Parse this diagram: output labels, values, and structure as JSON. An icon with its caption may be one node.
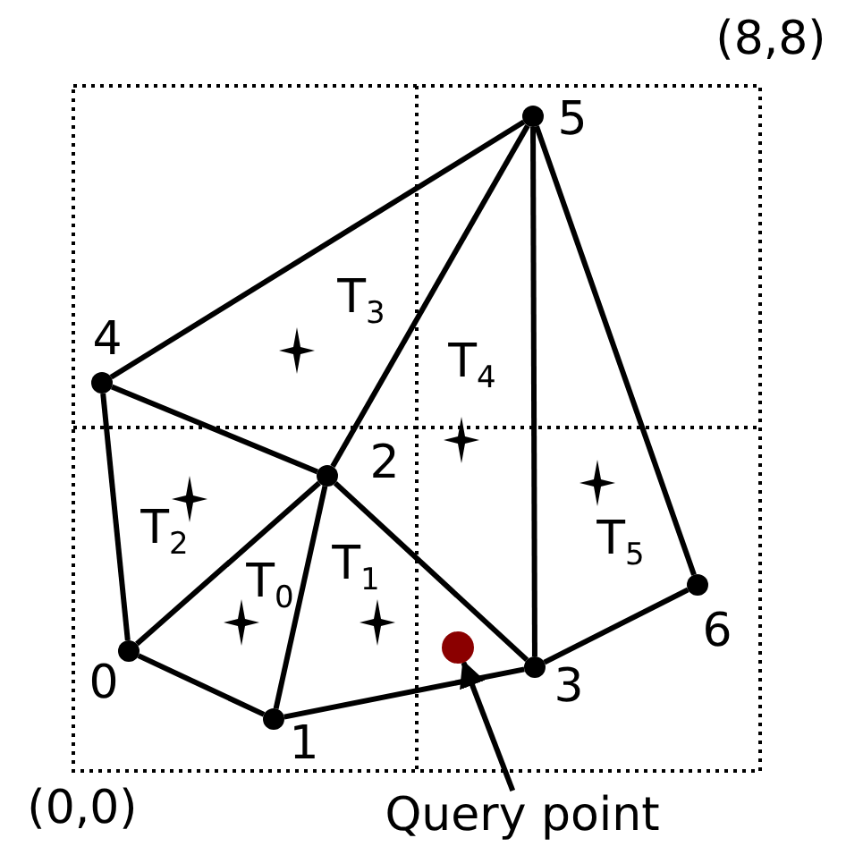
{
  "diagram": {
    "nodes": [
      {
        "text": [],
        "shape": "circle",
        "beside": [
          "0"
        ]
      },
      {
        "text": [],
        "shape": "circle",
        "beside": [
          "1"
        ]
      },
      {
        "text": [],
        "shape": "circle",
        "beside": [
          "2"
        ]
      },
      {
        "text": [],
        "shape": "circle",
        "beside": [
          "3"
        ]
      },
      {
        "text": [],
        "shape": "circle",
        "beside": [
          "4"
        ]
      },
      {
        "text": [],
        "shape": "circle",
        "beside": [
          "5"
        ]
      },
      {
        "text": [],
        "shape": "circle",
        "beside": [
          "6"
        ]
      },
      {
        "text": [],
        "shape": "circle"
      },
      {
        "text": [
          "Query point"
        ]
      }
    ],
    "edges": [
      {
        "from": 0,
        "to": 1,
        "arrow": "none"
      },
      {
        "from": 0,
        "to": 2,
        "arrow": "none"
      },
      {
        "from": 0,
        "to": 4,
        "arrow": "none"
      },
      {
        "from": 1,
        "to": 2,
        "arrow": "none"
      },
      {
        "from": 1,
        "to": 3,
        "arrow": "none"
      },
      {
        "from": 2,
        "to": 3,
        "arrow": "none"
      },
      {
        "from": 2,
        "to": 4,
        "arrow": "none"
      },
      {
        "from": 2,
        "to": 5,
        "arrow": "none"
      },
      {
        "from": 3,
        "to": 5,
        "arrow": "none"
      },
      {
        "from": 3,
        "to": 6,
        "arrow": "none"
      },
      {
        "from": 4,
        "to": 5,
        "arrow": "none"
      },
      {
        "from": 5,
        "to": 6,
        "arrow": "none"
      },
      {
        "from": 8,
        "to": 7,
        "arrow": "to"
      }
    ],
    "labels": [
      "(8,8)",
      "T$_{3}$",
      "T$_{4}$",
      "T$_{2}$",
      "T$_{1}$",
      "T$_{0}$",
      "T$_{5}$",
      "(0,0)"
    ]
  }
}
